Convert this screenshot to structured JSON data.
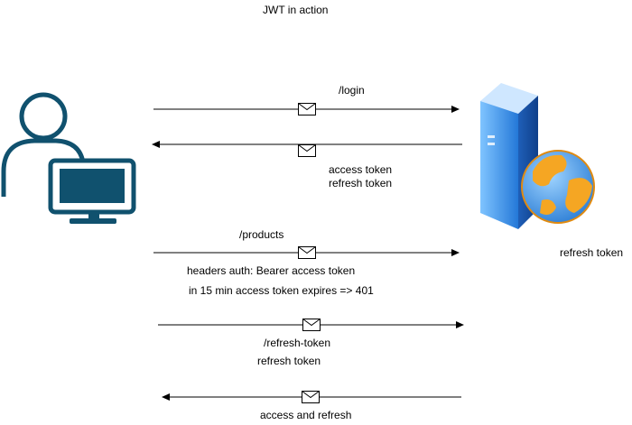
{
  "title": "JWT in action",
  "server_side_note": "refresh token",
  "messages": {
    "login": {
      "label": "/login"
    },
    "login_response": {
      "line1": "access token",
      "line2": "refresh token"
    },
    "products": {
      "label": "/products",
      "note1": "headers auth: Bearer access token",
      "note2": "in 15 min access token expires => 401"
    },
    "refresh": {
      "label": "/refresh-token",
      "note": "refresh token"
    },
    "refresh_response": {
      "label": "access and refresh"
    }
  },
  "icons": {
    "client": "user-at-computer-icon",
    "server": "web-server-globe-icon",
    "message": "envelope-icon"
  },
  "colors": {
    "client_icon": "#10516e",
    "server_blue": "#2a86e0",
    "globe_orange": "#f0a020",
    "line": "#000000"
  }
}
